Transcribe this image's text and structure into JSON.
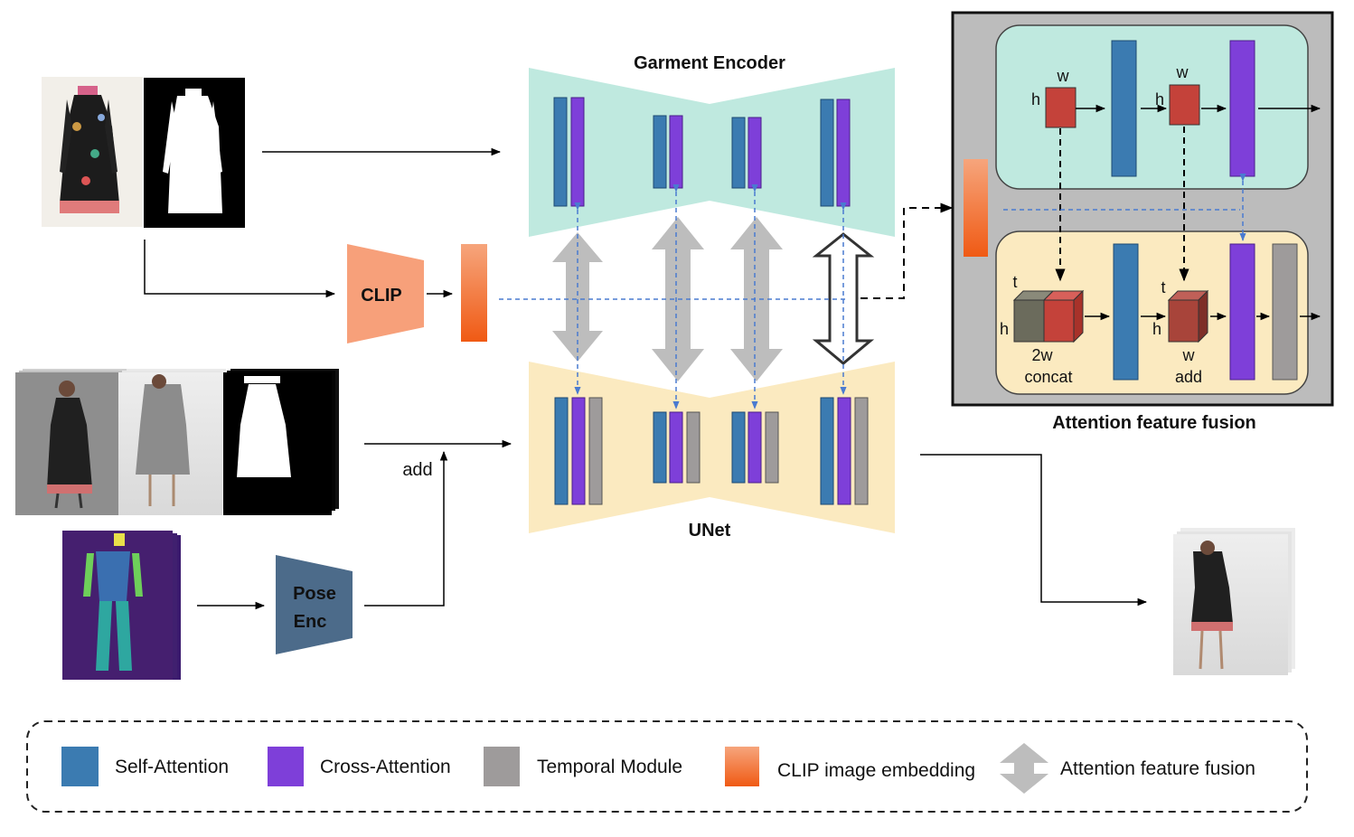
{
  "colors": {
    "self_attention": "#3b7bb1",
    "cross_attention": "#7e3fd9",
    "temporal": "#9e9b9b",
    "encoder_bg": "#bfe9df",
    "unet_bg": "#fbeac0",
    "clip_block": "#f7a07a",
    "pose_block": "#4c6b8a",
    "fusion_panel": "#bcbcbc",
    "red_block": "#c4423a"
  },
  "labels": {
    "garment_encoder": "Garment Encoder",
    "unet": "UNet",
    "clip": "CLIP",
    "pose_line1": "Pose",
    "pose_line2": "Enc",
    "add": "add",
    "fusion_title": "Attention feature fusion"
  },
  "fusion_panel": {
    "w": "w",
    "h": "h",
    "t": "t",
    "concat_w": "2w",
    "concat": "concat",
    "add_w": "w",
    "add": "add"
  },
  "legend": [
    {
      "label": "Self-Attention",
      "icon": "self-attention-swatch",
      "color": "#3b7bb1"
    },
    {
      "label": "Cross-Attention",
      "icon": "cross-attention-swatch",
      "color": "#7e3fd9"
    },
    {
      "label": "Temporal Module",
      "icon": "temporal-module-swatch",
      "color": "#9e9b9b"
    },
    {
      "label": "CLIP image embedding",
      "icon": "clip-embedding-swatch",
      "color": "#f26a24"
    },
    {
      "label": "Attention feature fusion",
      "icon": "double-arrow-icon",
      "color": "#bdbdbd"
    }
  ]
}
